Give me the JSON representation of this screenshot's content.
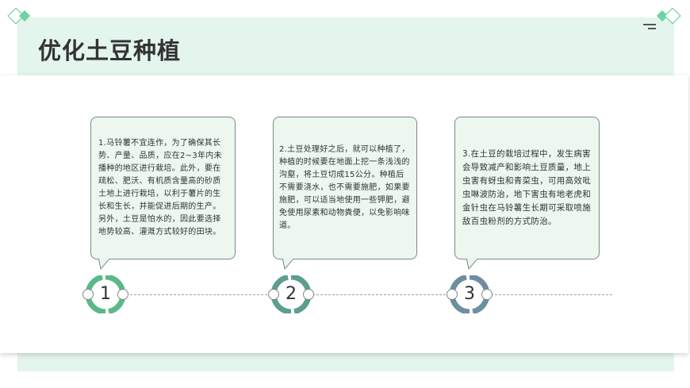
{
  "page": {
    "title": "优化土豆种植"
  },
  "colors": {
    "band": "#e3f5ec",
    "bubble_bg": "#ebf7ef",
    "accent_green": "#5cb888",
    "accent_teal": "#5e9e8e",
    "accent_blue": "#6e8fa0",
    "diamond": "#6ed3a5"
  },
  "icons": {
    "top_left": "diamond-icon",
    "top_right": "diamond-icon",
    "menu": "menu-lines-icon"
  },
  "steps": [
    {
      "number": "1",
      "text": "1.马铃薯不宜连作，为了确保其长势、产量、品质，应在2~3年内未播种的地区进行栽培。此外，要在疏松、肥沃、有机质含量高的砂质土地上进行栽培，以利于薯片的生长和生长，并能促进后期的生产。另外，土豆是怕水的，因此要选择地势较高、灌溉方式较好的田块。"
    },
    {
      "number": "2",
      "text": "2.土豆处理好之后，就可以种植了，种植的时候要在地面上挖一条浅浅的沟壑，将土豆切成15公分。种植后不需要浇水，也不需要施肥，如果要施肥，可以适当地使用一些钾肥，避免使用尿素和动物粪便，以免影响味道。"
    },
    {
      "number": "3",
      "text": "3.在土豆的栽培过程中，发生病害会导致减产和影响土豆质量，地上虫害有蚜虫和青菜虫，可用高效吡虫啉波防治，地下害虫有地老虎和金针虫在马铃薯生长期可采取喷施敌百虫粉剂的方式防治。"
    }
  ]
}
